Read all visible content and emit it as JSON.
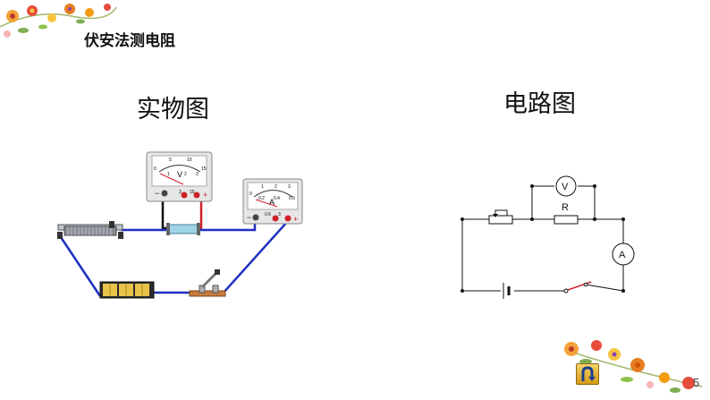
{
  "slide": {
    "title": "伏安法测电阻",
    "page_number": "5"
  },
  "physical_diagram": {
    "label": "实物图",
    "voltmeter": {
      "unit": "V",
      "scale_top": [
        "5",
        "10"
      ],
      "scale_left": "0",
      "scale_bottom": [
        "1",
        "2",
        "3"
      ],
      "scale_right": "15",
      "terminals": [
        "3",
        "15"
      ]
    },
    "ammeter": {
      "unit": "A",
      "scale_top": [
        "1",
        "2",
        "3"
      ],
      "scale_left": "0",
      "scale_bottom": [
        "0.2",
        "0.4",
        "0.6"
      ],
      "terminals": [
        "0.6",
        "3"
      ]
    }
  },
  "circuit_diagram": {
    "label": "电路图",
    "voltmeter_symbol": "V",
    "ammeter_symbol": "A",
    "resistor_label": "R"
  },
  "colors": {
    "wire_blue": "#1f2fc0",
    "wire_red": "#d0202a",
    "meter_face": "#ffffff",
    "meter_body": "#e6e6e6"
  },
  "icons": {
    "return": "u-turn-arrow-icon",
    "decoration": "flower-garland"
  }
}
